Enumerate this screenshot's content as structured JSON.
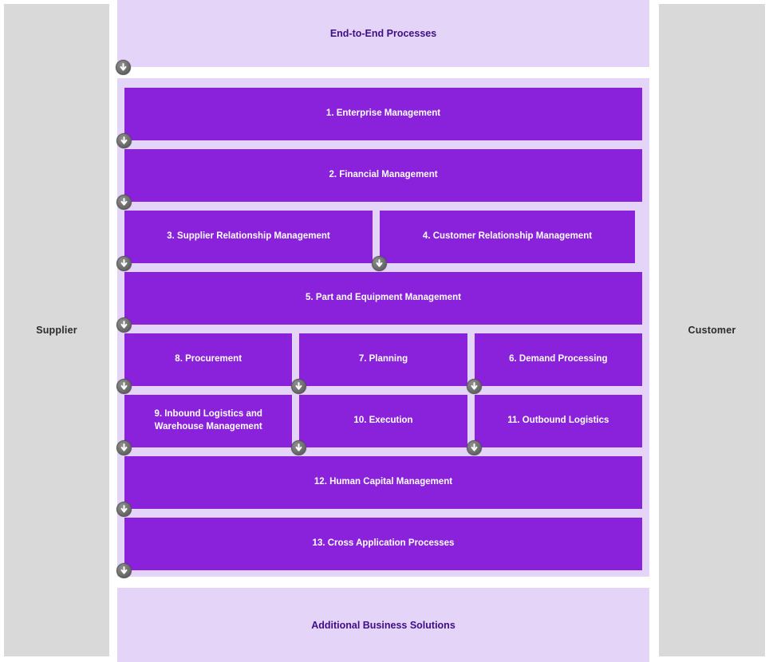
{
  "actors": {
    "left": {
      "label": "Supplier"
    },
    "right": {
      "label": "Customer"
    }
  },
  "header_band": {
    "title": "End-to-End Processes"
  },
  "footer_band": {
    "title": "Additional Business Solutions"
  },
  "icons": {
    "flow_arrow": "arrow-down-icon"
  },
  "colors": {
    "process_box": "#8a22dc",
    "band_background": "#e4d4f7",
    "actor_panel": "#d9d9d9",
    "band_title_text": "#3f0e86",
    "process_box_text": "#ffffff",
    "arrow_badge": "#6f6f6f",
    "page_background": "#ffffff"
  },
  "process_rows": [
    {
      "boxes": [
        {
          "label": "1. Enterprise Management"
        }
      ]
    },
    {
      "boxes": [
        {
          "label": "2. Financial Management"
        }
      ]
    },
    {
      "boxes": [
        {
          "label": "3. Supplier Relationship Management"
        },
        {
          "label": "4. Customer Relationship Management"
        }
      ]
    },
    {
      "boxes": [
        {
          "label": "5. Part and Equipment Management"
        }
      ]
    },
    {
      "boxes": [
        {
          "label": "8. Procurement"
        },
        {
          "label": "7. Planning"
        },
        {
          "label": "6. Demand Processing"
        }
      ]
    },
    {
      "boxes": [
        {
          "label": "9. Inbound Logistics and Warehouse Management"
        },
        {
          "label": "10. Execution"
        },
        {
          "label": "11. Outbound Logistics"
        }
      ]
    },
    {
      "boxes": [
        {
          "label": "12. Human Capital Management"
        }
      ]
    },
    {
      "boxes": [
        {
          "label": "13. Cross Application Processes"
        }
      ]
    }
  ]
}
